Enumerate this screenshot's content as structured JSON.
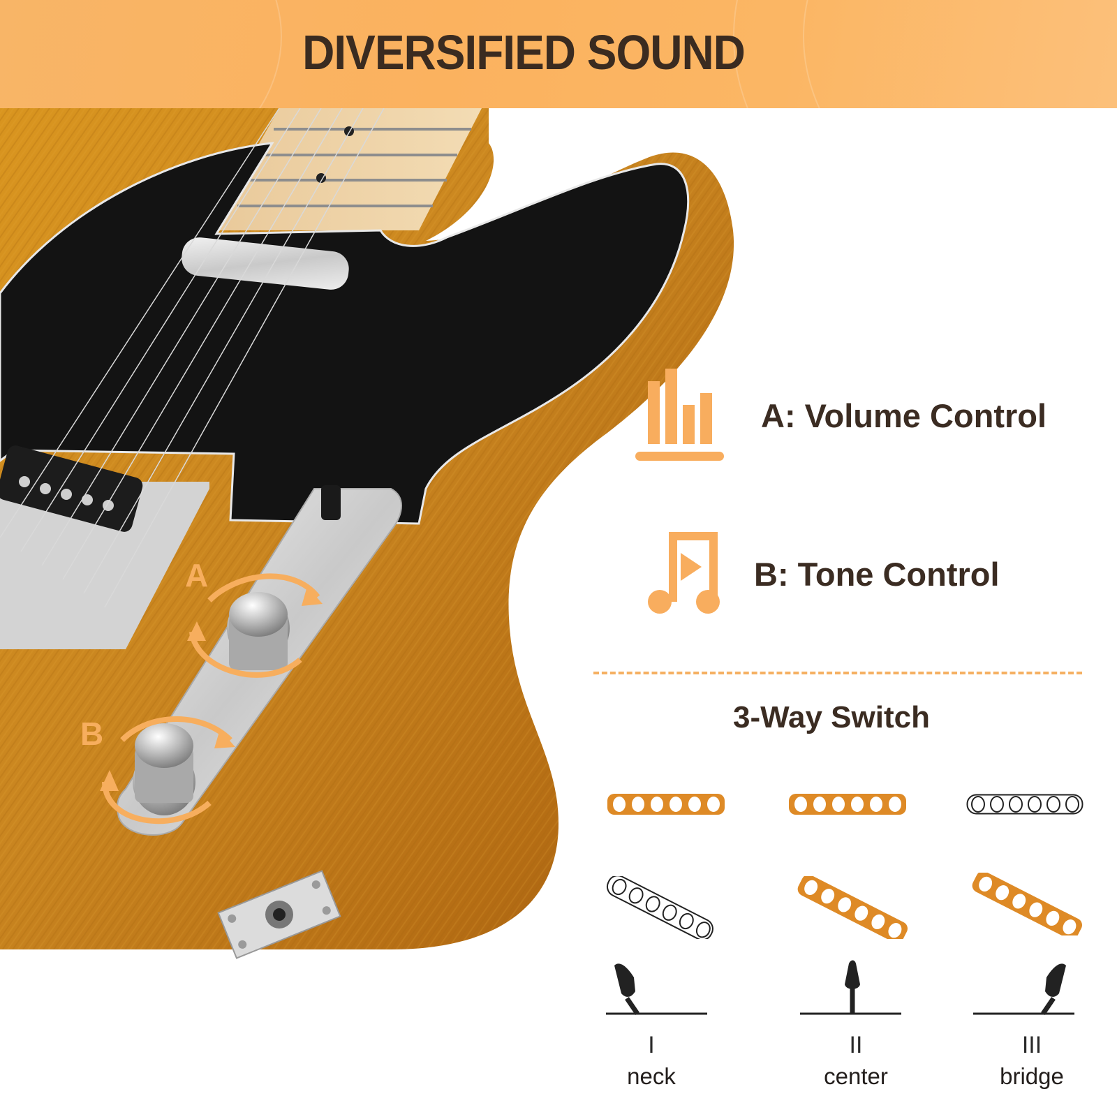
{
  "banner": {
    "title": "DIVERSIFIED SOUND",
    "background_color": "#fbb262",
    "text_color": "#3a2b20"
  },
  "guitar_image": {
    "callouts": [
      {
        "letter": "A",
        "target": "volume-knob"
      },
      {
        "letter": "B",
        "target": "tone-knob"
      }
    ],
    "body_color": "#c8841f",
    "pickguard_color": "#111111",
    "arrow_color": "#f7ae5e"
  },
  "features": [
    {
      "icon": "volume-bars-icon",
      "label": "A: Volume Control"
    },
    {
      "icon": "music-note-play-icon",
      "label": "B: Tone Control"
    }
  ],
  "switch_section": {
    "title": "3-Way Switch",
    "accent_color": "#de8a26",
    "positions": [
      {
        "roman": "I",
        "name": "neck",
        "neck_pickup_active": true,
        "bridge_pickup_active": false,
        "lever": "left"
      },
      {
        "roman": "II",
        "name": "center",
        "neck_pickup_active": true,
        "bridge_pickup_active": true,
        "lever": "up"
      },
      {
        "roman": "III",
        "name": "bridge",
        "neck_pickup_active": false,
        "bridge_pickup_active": true,
        "lever": "right"
      }
    ]
  }
}
